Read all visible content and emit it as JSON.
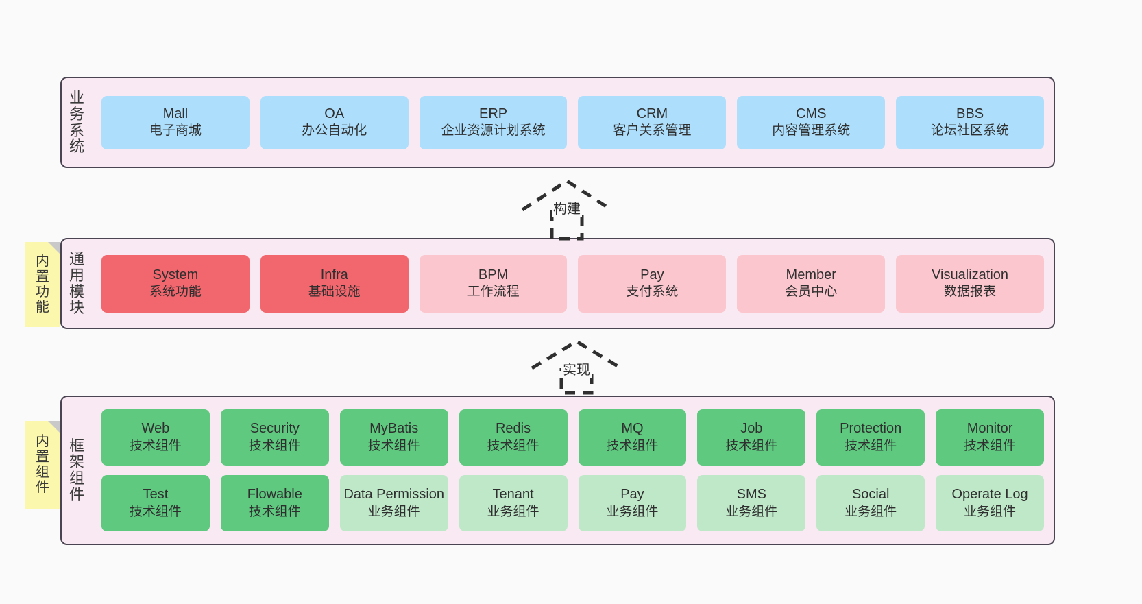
{
  "diagram": {
    "background": "#fafafa",
    "container_border": "#4a4351",
    "container_fill": "#f9e9f2",
    "colors": {
      "business": "#addefb",
      "module_core": "#f2666d",
      "module_optional": "#fbc6cd",
      "tech_component": "#5fc980",
      "biz_component": "#bfe8c9",
      "sticky": "#fbf8ad"
    }
  },
  "layers": {
    "business": {
      "title": "业务系统",
      "cards": [
        {
          "name": "Mall",
          "desc": "电子商城"
        },
        {
          "name": "OA",
          "desc": "办公自动化"
        },
        {
          "name": "ERP",
          "desc": "企业资源计划系统"
        },
        {
          "name": "CRM",
          "desc": "客户关系管理"
        },
        {
          "name": "CMS",
          "desc": "内容管理系统"
        },
        {
          "name": "BBS",
          "desc": "论坛社区系统"
        }
      ]
    },
    "module": {
      "title": "通用模块",
      "sticky": "内置功能",
      "cards": [
        {
          "name": "System",
          "desc": "系统功能",
          "tone": "core"
        },
        {
          "name": "Infra",
          "desc": "基础设施",
          "tone": "core"
        },
        {
          "name": "BPM",
          "desc": "工作流程",
          "tone": "optional"
        },
        {
          "name": "Pay",
          "desc": "支付系统",
          "tone": "optional"
        },
        {
          "name": "Member",
          "desc": "会员中心",
          "tone": "optional"
        },
        {
          "name": "Visualization",
          "desc": "数据报表",
          "tone": "optional"
        }
      ]
    },
    "framework": {
      "title": "框架组件",
      "sticky": "内置组件",
      "row1": [
        {
          "name": "Web",
          "desc": "技术组件"
        },
        {
          "name": "Security",
          "desc": "技术组件"
        },
        {
          "name": "MyBatis",
          "desc": "技术组件"
        },
        {
          "name": "Redis",
          "desc": "技术组件"
        },
        {
          "name": "MQ",
          "desc": "技术组件"
        },
        {
          "name": "Job",
          "desc": "技术组件"
        },
        {
          "name": "Protection",
          "desc": "技术组件"
        },
        {
          "name": "Monitor",
          "desc": "技术组件"
        }
      ],
      "row2": [
        {
          "name": "Test",
          "desc": "技术组件",
          "tone": "tech"
        },
        {
          "name": "Flowable",
          "desc": "技术组件",
          "tone": "tech"
        },
        {
          "name": "Data Permission",
          "desc": "业务组件",
          "tone": "biz"
        },
        {
          "name": "Tenant",
          "desc": "业务组件",
          "tone": "biz"
        },
        {
          "name": "Pay",
          "desc": "业务组件",
          "tone": "biz"
        },
        {
          "name": "SMS",
          "desc": "业务组件",
          "tone": "biz"
        },
        {
          "name": "Social",
          "desc": "业务组件",
          "tone": "biz"
        },
        {
          "name": "Operate Log",
          "desc": "业务组件",
          "tone": "biz"
        }
      ]
    }
  },
  "connectors": [
    {
      "label": "构建"
    },
    {
      "label": "实现"
    }
  ]
}
